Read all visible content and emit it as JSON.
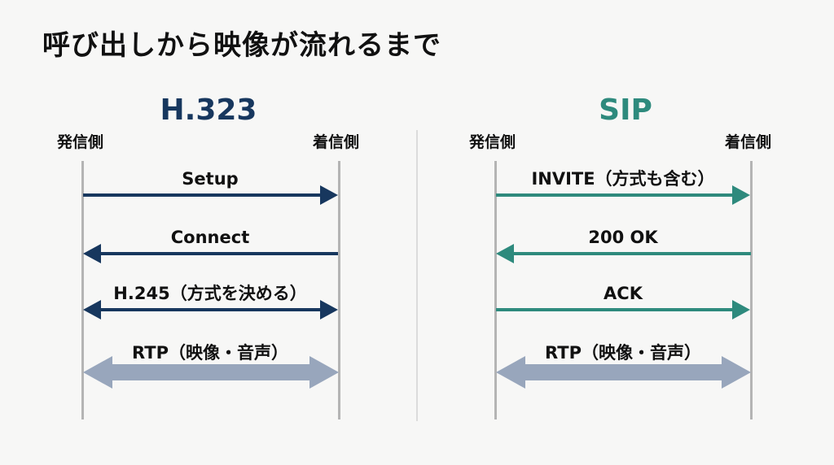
{
  "title": "呼び出しから映像が流れるまで",
  "colors": {
    "h323": "#17375e",
    "sip": "#2e8a7d",
    "media": "#98a6bc",
    "lifeline": "#b4b4b4"
  },
  "panels": [
    {
      "protocol": "H.323",
      "caller_label": "発信側",
      "callee_label": "着信側",
      "messages": [
        {
          "label": "Setup",
          "direction": "right",
          "style": "signal"
        },
        {
          "label": "Connect",
          "direction": "left",
          "style": "signal"
        },
        {
          "label": "H.245（方式を決める）",
          "direction": "both",
          "style": "signal"
        },
        {
          "label": "RTP（映像・音声）",
          "direction": "both",
          "style": "media"
        }
      ]
    },
    {
      "protocol": "SIP",
      "caller_label": "発信側",
      "callee_label": "着信側",
      "messages": [
        {
          "label": "INVITE（方式も含む）",
          "direction": "right",
          "style": "signal"
        },
        {
          "label": "200 OK",
          "direction": "left",
          "style": "signal"
        },
        {
          "label": "ACK",
          "direction": "right",
          "style": "signal"
        },
        {
          "label": "RTP（映像・音声）",
          "direction": "both",
          "style": "media"
        }
      ]
    }
  ]
}
